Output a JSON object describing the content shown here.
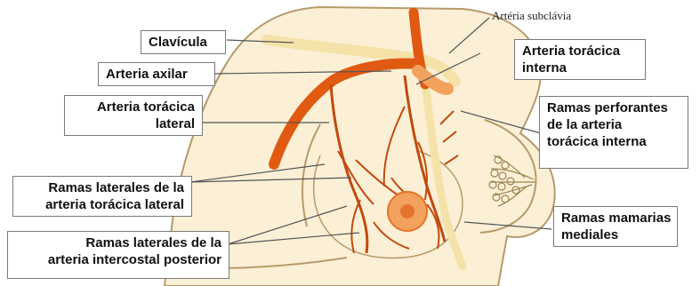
{
  "labels": {
    "subclavia": "Artéria subclávia",
    "clavicula": "Clavícula",
    "axilar": "Arteria axilar",
    "toracica_lateral": [
      "Arteria torácica",
      "lateral"
    ],
    "toracica_interna": [
      "Arteria torácica",
      "interna"
    ],
    "ramas_perforantes": [
      "Ramas perforantes",
      "de la arteria",
      "torácica interna"
    ],
    "ramas_laterales_toracica": [
      "Ramas laterales de la",
      "arteria torácica lateral"
    ],
    "ramas_laterales_intercostal": [
      "Ramas laterales de la",
      "arteria intercostal posterior"
    ],
    "ramas_mamarias": [
      "Ramas mamarias",
      "mediales"
    ]
  },
  "colors": {
    "skin": "#fbf0d6",
    "outline": "#b79a6a",
    "artery": "#e05a12",
    "branch": "#c24a0e",
    "areola": "#f3a25e",
    "nipple": "#e6742c",
    "vein_pale": "#f4e2a8",
    "leader": "#555555"
  }
}
